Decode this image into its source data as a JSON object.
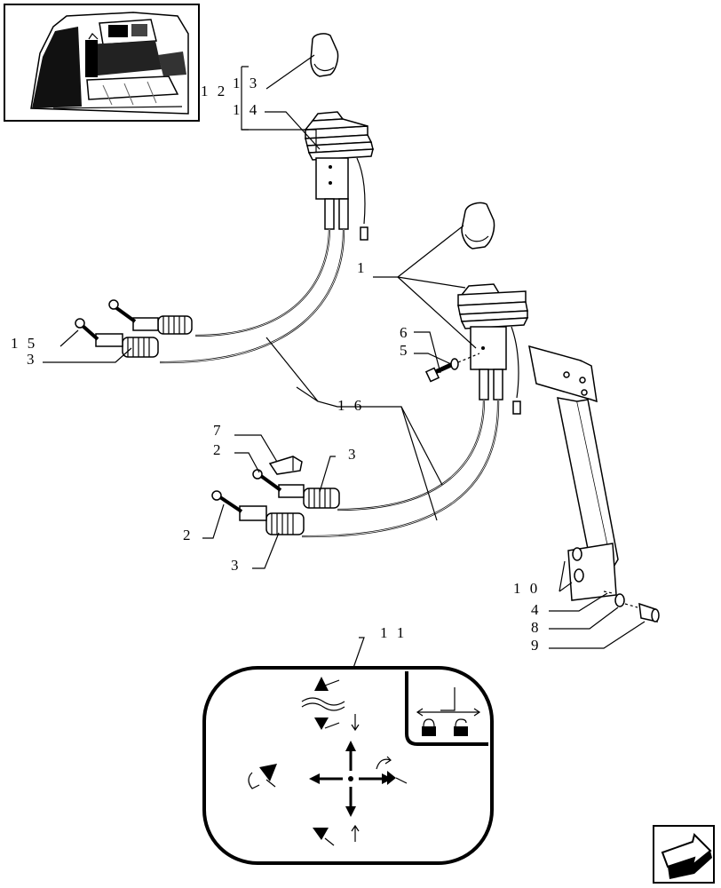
{
  "diagram": {
    "callouts": {
      "c12": "1 2",
      "c13": "1 3",
      "c14": "1 4",
      "c1": "1",
      "c6": "6",
      "c5": "5",
      "c15": "1 5",
      "c3a": "3",
      "c16": "1 6",
      "c7": "7",
      "c2a": "2",
      "c3b": "3",
      "c2b": "2",
      "c3c": "3",
      "c10": "1 0",
      "c4": "4",
      "c8": "8",
      "c9": "9",
      "c11": "1 1"
    },
    "icons": {
      "thumbnail": "tractor-cab-thumbnail",
      "nav": "next-page-arrow-icon"
    }
  }
}
